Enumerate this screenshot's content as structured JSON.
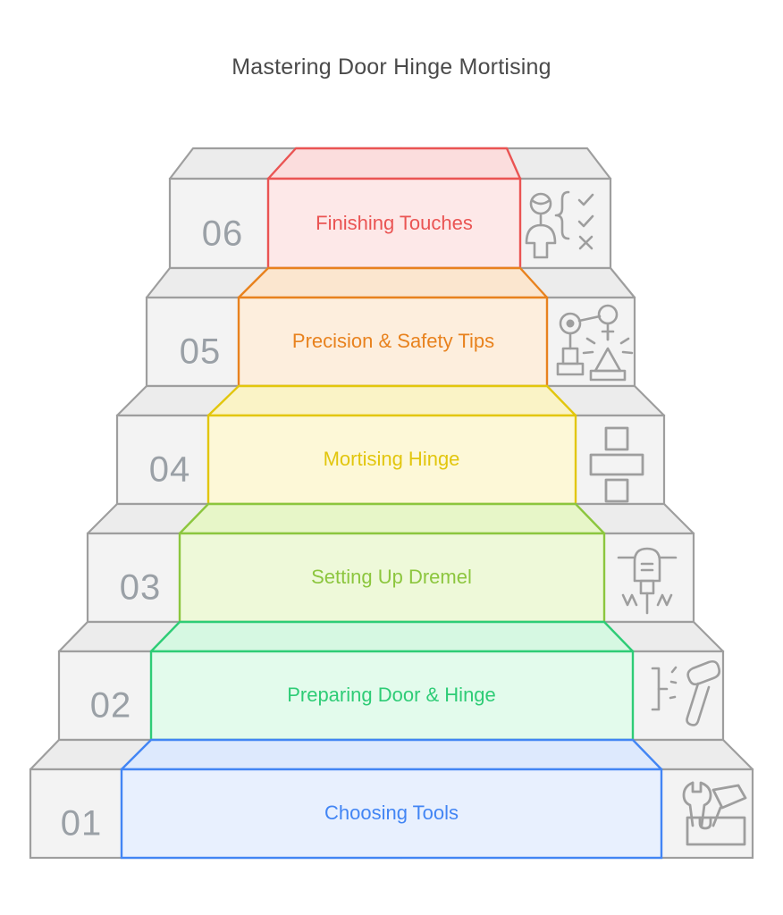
{
  "page": {
    "title": "Mastering Door Hinge Mortising",
    "background_color": "#ffffff",
    "diagram_type": "stacked-3d-pyramid-steps",
    "panel_fill": "#f3f3f3",
    "panel_top_fill": "#ececec",
    "panel_stroke": "#9e9e9e",
    "number_color": "#9aa0a6",
    "icon_color": "#9e9e9e"
  },
  "steps": [
    {
      "number": "06",
      "label": "Finishing Touches",
      "color": "#ea5453",
      "fill": "#fde8e8",
      "top_fill": "#fbdddd",
      "icon": "person-checklist-icon"
    },
    {
      "number": "05",
      "label": "Precision & Safety Tips",
      "color": "#e8821e",
      "fill": "#fdeedd",
      "top_fill": "#fbe6cf",
      "icon": "robotic-arm-welding-icon"
    },
    {
      "number": "04",
      "label": "Mortising Hinge",
      "color": "#e2c60d",
      "fill": "#fdf8d7",
      "top_fill": "#faf3c6",
      "icon": "hinge-mortise-icon"
    },
    {
      "number": "03",
      "label": "Setting Up Dremel",
      "color": "#8cc63e",
      "fill": "#eef9d9",
      "top_fill": "#e7f6c8",
      "icon": "rotary-tool-icon"
    },
    {
      "number": "02",
      "label": "Preparing Door & Hinge",
      "color": "#2ecc76",
      "fill": "#e3fbec",
      "top_fill": "#d6f8e2",
      "icon": "chisel-hammer-icon"
    },
    {
      "number": "01",
      "label": "Choosing Tools",
      "color": "#4285f4",
      "fill": "#e8f0fe",
      "top_fill": "#dde9fd",
      "icon": "toolbox-icon"
    }
  ]
}
